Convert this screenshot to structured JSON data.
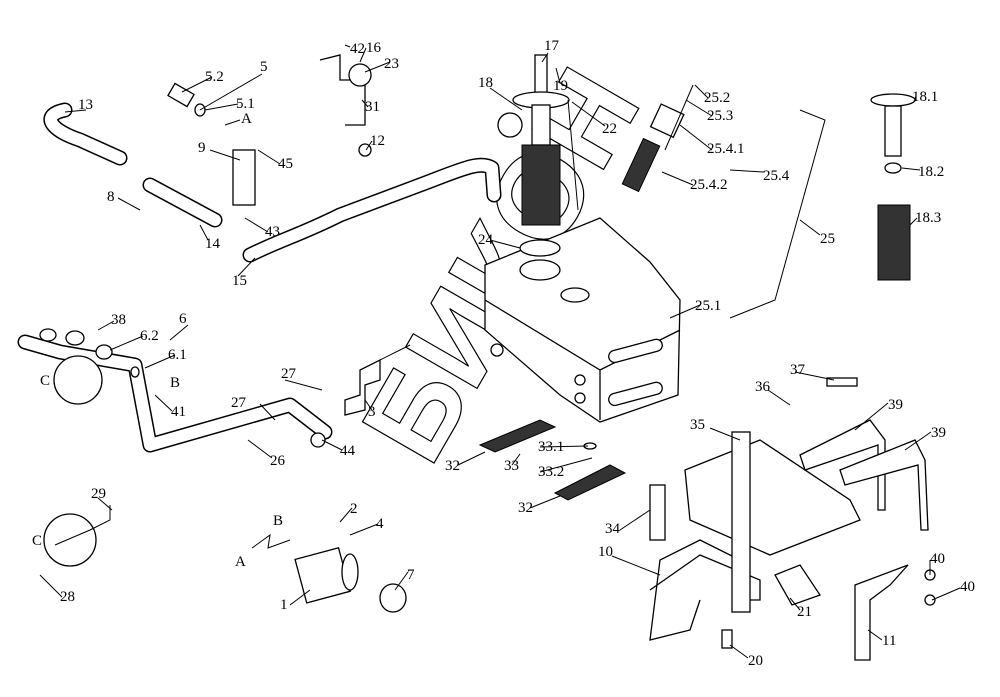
{
  "watermark": "БИКОН",
  "labels": [
    "42",
    "16",
    "23",
    "31",
    "12",
    "5.2",
    "5",
    "5.1",
    "A",
    "13",
    "9",
    "45",
    "8",
    "14",
    "43",
    "15",
    "17",
    "19",
    "18",
    "22",
    "24",
    "25.2",
    "25.3",
    "25.4.1",
    "25.4",
    "25.4.2",
    "25",
    "25.1",
    "18.1",
    "18.2",
    "18.3",
    "38",
    "6",
    "6.2",
    "6.1",
    "C",
    "B",
    "41",
    "27",
    "27",
    "3",
    "26",
    "44",
    "32",
    "33",
    "33.1",
    "33.2",
    "32",
    "37",
    "36",
    "39",
    "39",
    "35",
    "29",
    "C",
    "28",
    "2",
    "B",
    "4",
    "A",
    "7",
    "1",
    "34",
    "10",
    "21",
    "20",
    "11",
    "40",
    "40"
  ]
}
